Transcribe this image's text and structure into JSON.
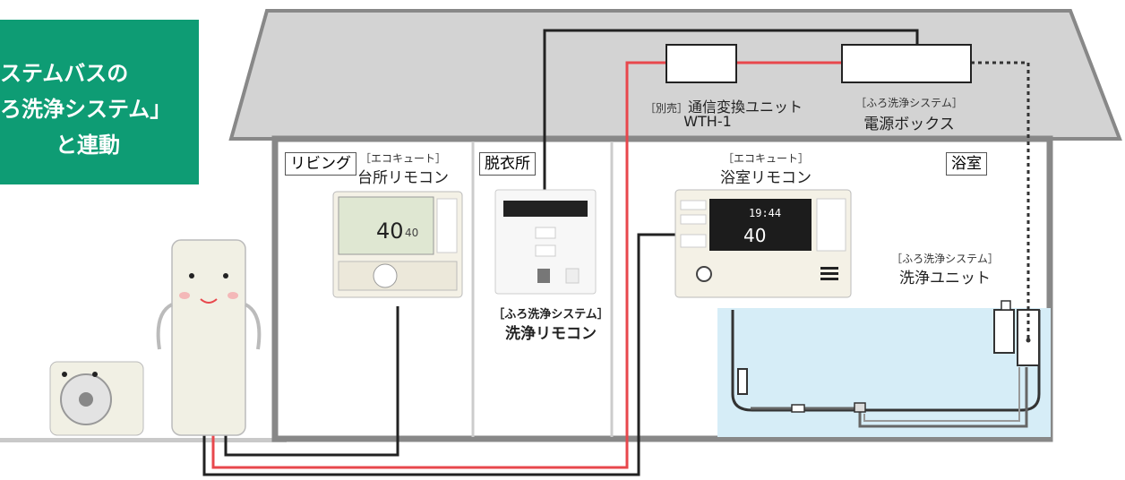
{
  "badge": {
    "line1": "ステムバスの",
    "line2": "ろ洗浄システム」",
    "line3": "と連動",
    "color": "#0e9c74"
  },
  "rooms": {
    "living": "リビング",
    "dressing": "脱衣所",
    "bathroom": "浴室"
  },
  "components": {
    "kitchen_remote": {
      "category": "［エコキュート］",
      "name": "台所リモコン"
    },
    "bath_remote": {
      "category": "［エコキュート］",
      "name": "浴室リモコン"
    },
    "wash_remote": {
      "category": "［ふろ洗浄システム］",
      "name": "洗浄リモコン"
    },
    "converter": {
      "category": "［別売］",
      "name": "通信変換ユニット",
      "model": "WTH-1"
    },
    "power_box": {
      "category": "［ふろ洗浄システム］",
      "name": "電源ボックス"
    },
    "wash_unit": {
      "category": "［ふろ洗浄システム］",
      "name": "洗浄ユニット"
    }
  },
  "remote_display": {
    "kitchen_temp": "40",
    "kitchen_temp2": "40",
    "bath_time": "19:44",
    "bath_temp": "40"
  },
  "colors": {
    "red_line": "#e8474c",
    "black_line": "#222222",
    "roof": "#d3d3d3",
    "water": "#d6edf7",
    "tank": "#f1f0e4"
  }
}
